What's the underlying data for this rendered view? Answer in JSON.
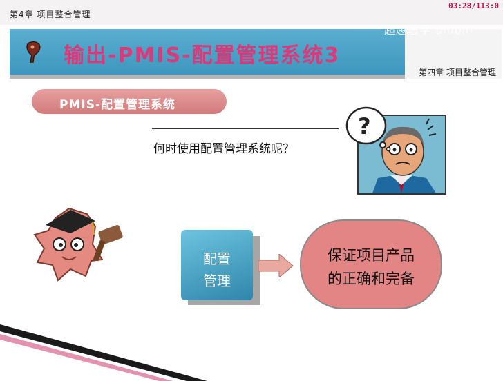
{
  "header": {
    "chapter_label": "第4章 项目整合管理",
    "timer": "03:28/113:0",
    "watermark": "超越思学 bilibili"
  },
  "banner": {
    "title": "输出-PMIS-配置管理系统3",
    "subtitle": "第四章 项目整合管理"
  },
  "section": {
    "pill_label": "PMIS-配置管理系统",
    "question": "何时使用配置管理系统呢？"
  },
  "diagram": {
    "box_line1": "配置",
    "box_line2": "管理",
    "result_line1": "保证项目产品",
    "result_line2": "的正确和完备"
  },
  "colors": {
    "banner": "#4aa3c9",
    "title": "#d93a7a",
    "pill": "#d98888",
    "oval": "#e48585",
    "box": "#3f9cc2"
  }
}
